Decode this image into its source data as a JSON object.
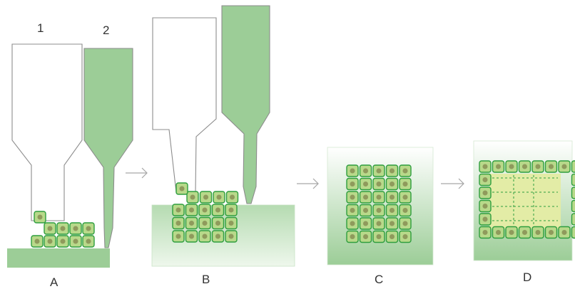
{
  "nozzle_labels": [
    "1",
    "2"
  ],
  "panel_labels": [
    "A",
    "B",
    "C",
    "D"
  ],
  "colors": {
    "cell_fill": "#b8d98a",
    "cell_border": "#2e9e3e",
    "nucleus": "#8f9a5c",
    "gel_green": "#9ccd97",
    "arrow": "#a6a6a6"
  }
}
